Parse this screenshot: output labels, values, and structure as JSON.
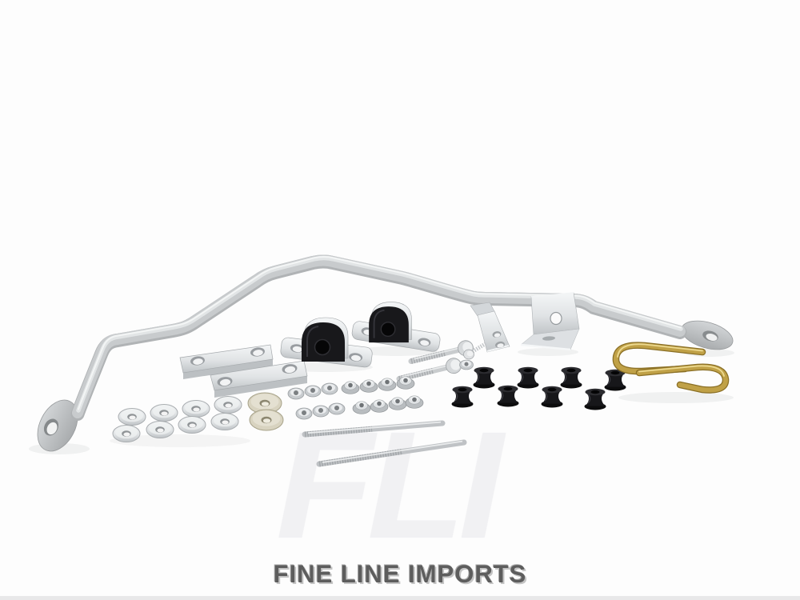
{
  "photo": {
    "description": "Product photograph of a rear sway bar (anti-roll bar) kit with fitting hardware laid out on a white background",
    "background_color": "#fdfdfd",
    "bottom_strip_color": "#e8e8e9"
  },
  "watermark": {
    "text": "FLI",
    "color": "#f1f1f3"
  },
  "footer": {
    "text": "FINE LINE IMPORTS",
    "color": "#5d5d5d",
    "shadow_color": "#c4c4c4"
  },
  "parts": {
    "sway_bar": {
      "name": "sway bar with flattened eyelet ends",
      "quantity": 1,
      "color": "#c8cbcd"
    },
    "bushing_mounts": {
      "name": "saddle bracket with black D-bushing",
      "quantity": 2,
      "bracket_color": "#dfe2e4",
      "bushing_color": "#17171a"
    },
    "spacer_plates": {
      "name": "flat spacer plate with two holes",
      "quantity": 2,
      "color": "#e9ecee"
    },
    "angle_brackets": {
      "name": "zinc angle bracket",
      "quantity": 2,
      "color": "#dde0e3"
    },
    "hex_bolts": {
      "name": "hex flange bolt",
      "quantity": 2,
      "color": "#ccd0d2"
    },
    "long_studs": {
      "name": "long threaded rod",
      "quantity": 2,
      "color": "#c4c7c9"
    },
    "flange_nuts": {
      "name": "serrated flange nut",
      "quantity": 8,
      "color": "#d6d9db"
    },
    "hex_nuts": {
      "name": "hex nut",
      "quantity": 6,
      "color": "#d6d9db"
    },
    "small_washers": {
      "name": "flat washer",
      "quantity": 8,
      "color": "#e2e4e6"
    },
    "large_washers": {
      "name": "large flat washer",
      "quantity": 2,
      "color": "#d6d1bd"
    },
    "link_bushings": {
      "name": "black rubber link bushing",
      "quantity": 8,
      "color": "#161618"
    },
    "u_bolts": {
      "name": "gold zinc U-bolt",
      "quantity": 2,
      "color": "#b8943c"
    }
  }
}
